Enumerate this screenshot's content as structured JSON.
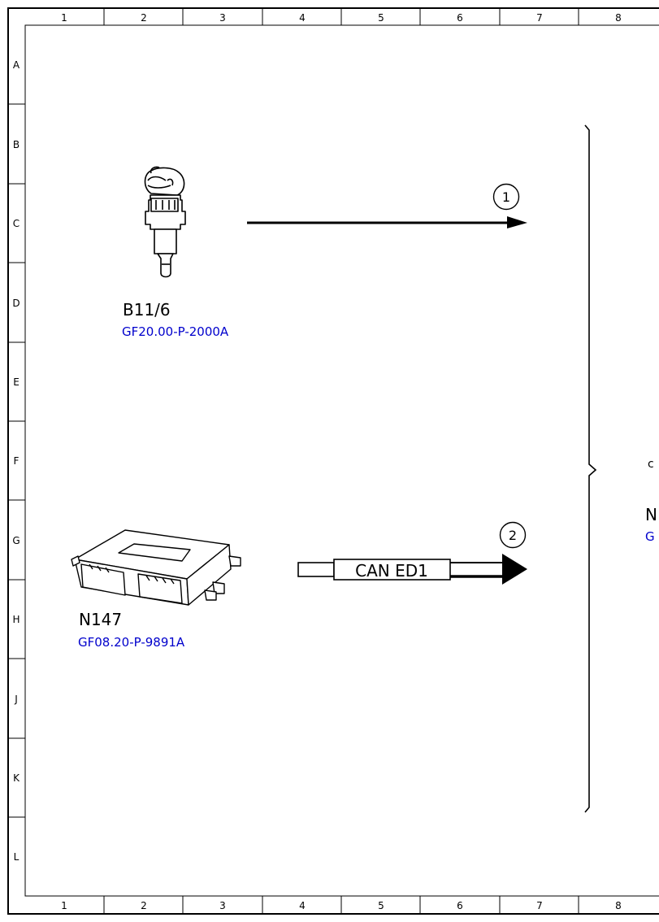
{
  "frame": {
    "columns": [
      "1",
      "2",
      "3",
      "4",
      "5",
      "6",
      "7",
      "8"
    ],
    "rows": [
      "A",
      "B",
      "C",
      "D",
      "E",
      "F",
      "G",
      "H",
      "J",
      "K",
      "L"
    ]
  },
  "components": {
    "sensor": {
      "id": "B11/6",
      "ref": "GF20.00-P-2000A",
      "icon": "temperature-sensor-icon"
    },
    "control_unit": {
      "id": "N147",
      "ref": "GF08.20-P-9891A",
      "icon": "control-unit-icon"
    },
    "cut_off": {
      "id_fragment": "N",
      "ref_fragment": "G",
      "symbol_fragment": "c"
    }
  },
  "signals": {
    "signal_1": {
      "number": "1"
    },
    "signal_2": {
      "number": "2",
      "bus": "CAN ED1"
    }
  },
  "colors": {
    "line": "#000000",
    "link": "#0000cc",
    "background": "#ffffff"
  }
}
